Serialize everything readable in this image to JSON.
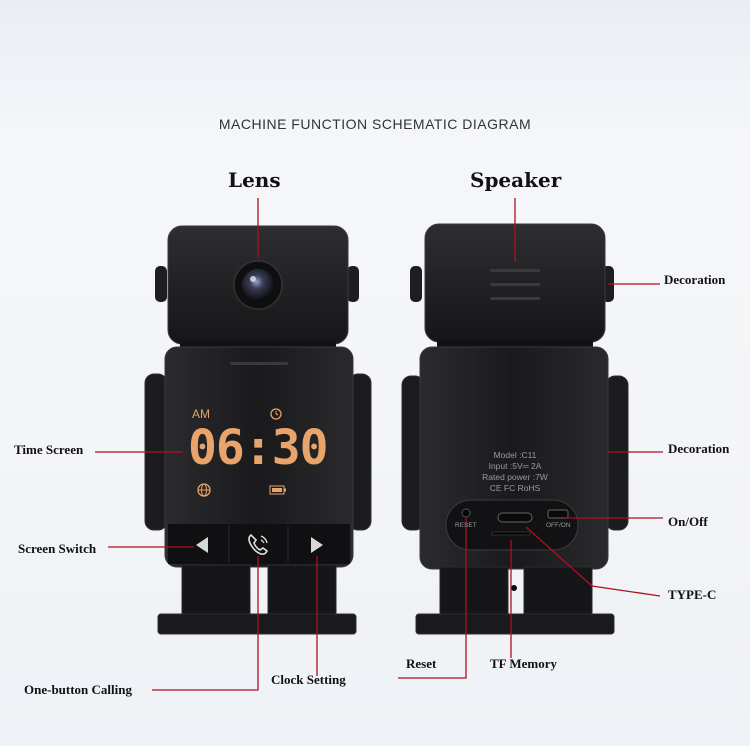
{
  "title": "MACHINE FUNCTION SCHEMATIC DIAGRAM",
  "labels": {
    "lens": "Lens",
    "speaker": "Speaker",
    "decoration_top": "Decoration",
    "decoration_mid": "Decoration",
    "time_screen": "Time Screen",
    "on_off": "On/Off",
    "screen_switch": "Screen Switch",
    "type_c": "TYPE-C",
    "reset": "Reset",
    "tf_memory": "TF Memory",
    "clock_setting": "Clock  Setting",
    "one_button_calling": "One-button Calling"
  },
  "display": {
    "am": "AM",
    "time": "06:30"
  },
  "back_panel": {
    "model": "Model :C11",
    "input": "Input :5V═ 2A",
    "rated_power": "Rated power :7W",
    "certs": "CE  FC  RoHS",
    "reset_port": "RESET",
    "off_on": "OFF/ON"
  },
  "colors": {
    "accent_line": "#b01020",
    "lcd_orange": "#e8a46a",
    "body_dark": "#1b1b1d"
  }
}
